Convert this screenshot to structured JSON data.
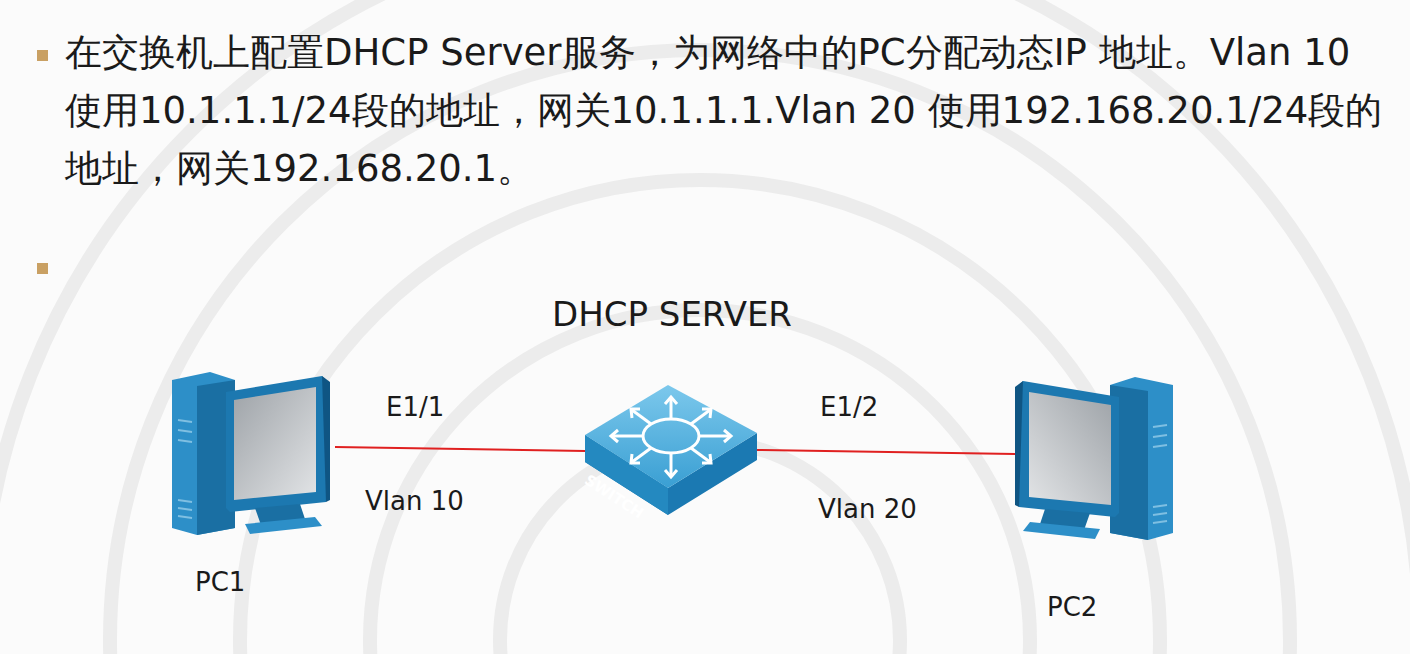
{
  "diagram": {
    "nodes": [
      {
        "text": [
          "PC1"
        ]
      },
      {
        "text": [
          "SWITCH"
        ]
      },
      {
        "text": [
          "PC2"
        ]
      }
    ],
    "edges": [
      {
        "from": 0,
        "to": 1,
        "arrow": "none",
        "label": "E1/1"
      },
      {
        "from": 1,
        "to": 2,
        "arrow": "none",
        "label": "E1/2"
      }
    ],
    "labels": [
      "在交换机上配置DHCP Server服务，为网络中的PC分配动态IP 地址。Vlan 10 使用10.1.1.1/24段的地址，网关10.1.1.1.Vlan 20 使用192.168.20.1/24段的地址，网关192.168.20.1。",
      "DHCP  SERVER",
      "Vlan 10",
      "Vlan 20"
    ]
  }
}
